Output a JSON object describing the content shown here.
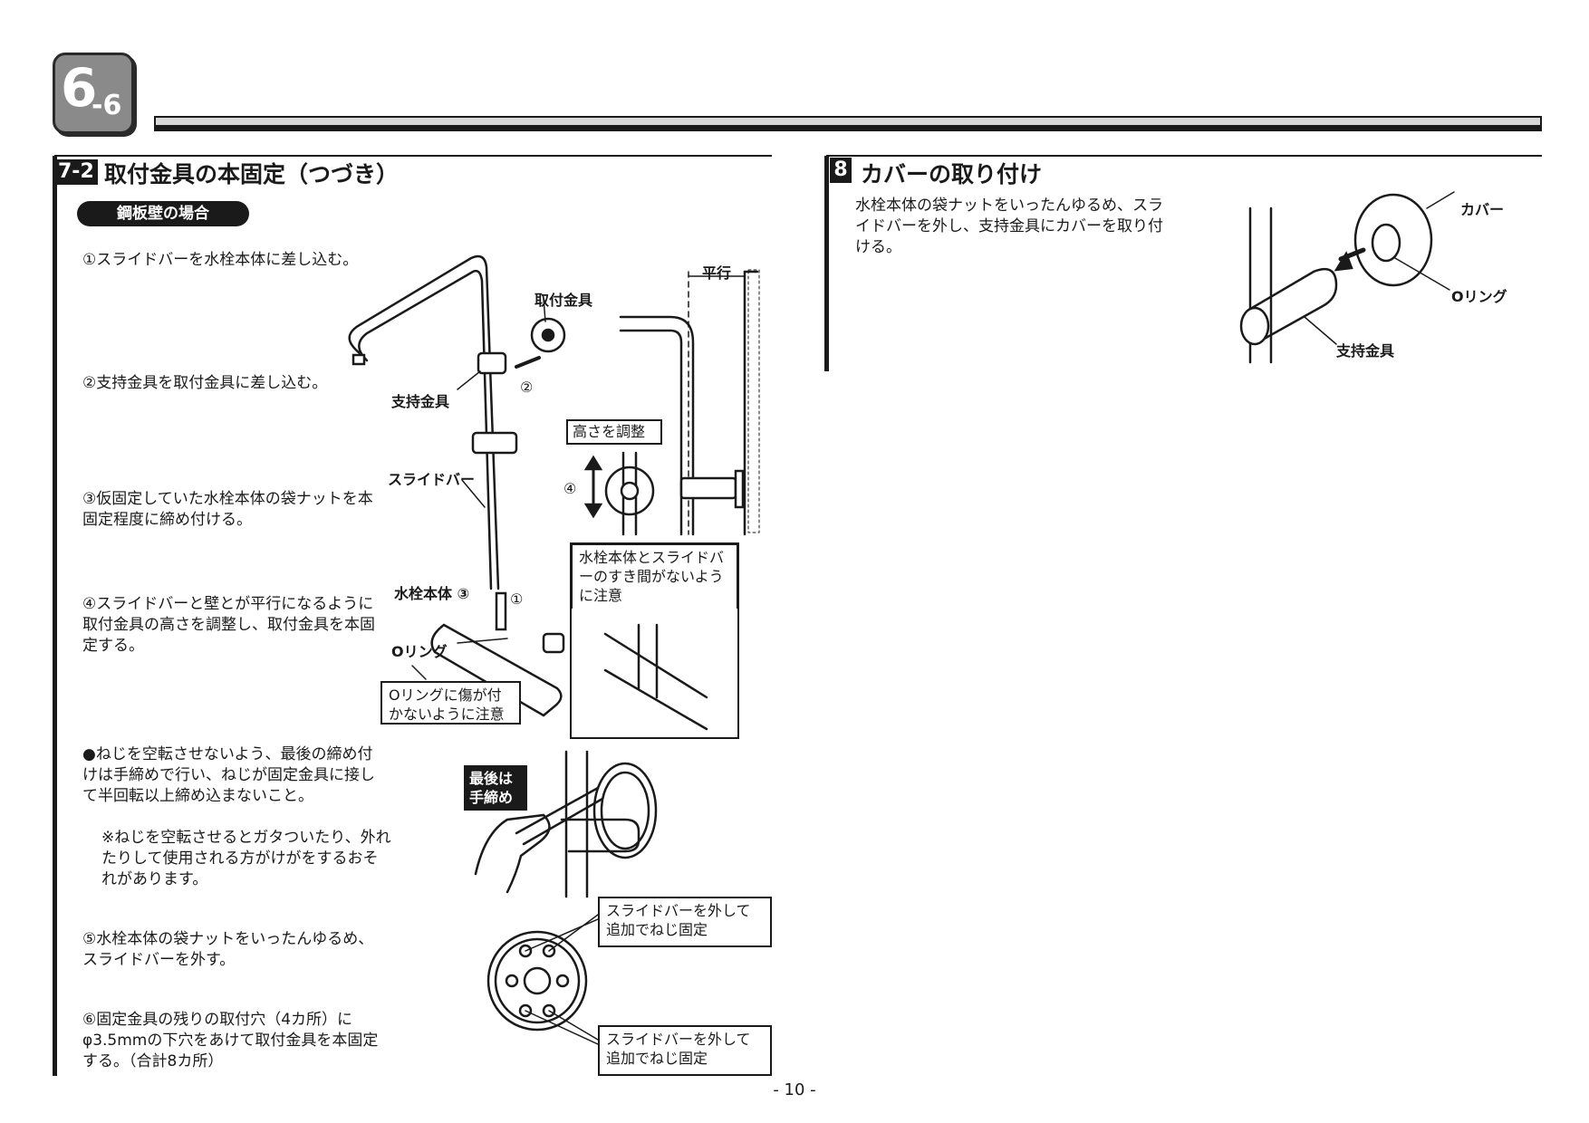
{
  "section": {
    "main": "6",
    "sub": "-6"
  },
  "left": {
    "step_num": "7-2",
    "title": "取付金具の本固定（つづき）",
    "subheading": "鋼板壁の場合",
    "steps": [
      "①スライドバーを水栓本体に差し込む。",
      "②支持金具を取付金具に差し込む。",
      "③仮固定していた水栓本体の袋ナットを本固定程度に締め付ける。",
      "④スライドバーと壁とが平行になるように取付金具の高さを調整し、取付金具を本固定する。"
    ],
    "note_main": "●ねじを空転させないよう、最後の締め付けは手締めで行い、ねじが固定金具に接して半回転以上締め込まないこと。",
    "note_sub": "※ねじを空転させるとガタついたり、外れたりして使用される方がけがをするおそれがあります。",
    "step5": "⑤水栓本体の袋ナットをいったんゆるめ、スライドバーを外す。",
    "step6": "⑥固定金具の残りの取付穴（4カ所）にφ3.5mmの下穴をあけて取付金具を本固定する。（合計8カ所）"
  },
  "fig1": {
    "mount": "取付金具",
    "support": "支持金具",
    "slidebar": "スライドバー",
    "body": "水栓本体 ③",
    "oring": "Oリング",
    "oring_note": "Oリングに傷が付かないように注意",
    "gap_note": "水栓本体とスライドバーのすき間がないように注意",
    "height": "高さを調整",
    "parallel": "平行",
    "c1": "①",
    "c2": "②",
    "c4": "④"
  },
  "fig2": {
    "hand_label": "最後は手締め"
  },
  "fig3": {
    "screw1": "スライドバーを外して追加でねじ固定",
    "screw2": "スライドバーを外して追加でねじ固定"
  },
  "right": {
    "step_num": "8",
    "title": "カバーの取り付け",
    "body": "水栓本体の袋ナットをいったんゆるめ、スライドバーを外し、支持金具にカバーを取り付ける。",
    "cover": "カバー",
    "oring": "Oリング",
    "support": "支持金具"
  },
  "page_number": "- 10 -"
}
